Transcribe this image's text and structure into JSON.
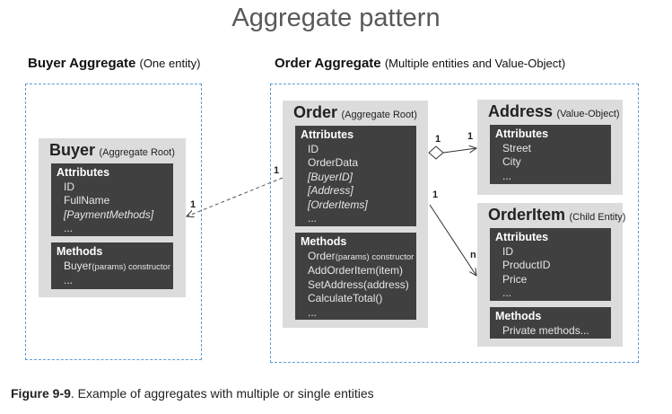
{
  "title": "Aggregate pattern",
  "buyer_aggregate": {
    "label": "Buyer Aggregate",
    "sub": "(One entity)"
  },
  "order_aggregate": {
    "label": "Order Aggregate",
    "sub": "(Multiple entities and Value-Object)"
  },
  "entities": {
    "buyer": {
      "name": "Buyer",
      "role": "(Aggregate Root)",
      "attributes_label": "Attributes",
      "attributes": [
        "ID",
        "FullName",
        "[PaymentMethods]",
        "..."
      ],
      "methods_label": "Methods",
      "methods": [
        {
          "name": "Buyer",
          "params": "(params)",
          "note": " constructor"
        },
        {
          "name": "..."
        }
      ]
    },
    "order": {
      "name": "Order",
      "role": "(Aggregate Root)",
      "attributes_label": "Attributes",
      "attributes": [
        "ID",
        "OrderData",
        "[BuyerID]",
        "[Address]",
        "[OrderItems]",
        "..."
      ],
      "methods_label": "Methods",
      "methods": [
        {
          "name": "Order",
          "params": "(params)",
          "note": " constructor"
        },
        {
          "name": "AddOrderItem(item)"
        },
        {
          "name": "SetAddress(address)"
        },
        {
          "name": "CalculateTotal()"
        },
        {
          "name": "..."
        }
      ]
    },
    "address": {
      "name": "Address",
      "role": "(Value-Object)",
      "attributes_label": "Attributes",
      "attributes": [
        "Street",
        "City",
        "..."
      ]
    },
    "orderitem": {
      "name": "OrderItem",
      "role": "(Child Entity)",
      "attributes_label": "Attributes",
      "attributes": [
        "ID",
        "ProductID",
        "Price",
        "..."
      ],
      "methods_label": "Methods",
      "methods": [
        {
          "name": "Private methods..."
        }
      ]
    }
  },
  "multiplicities": {
    "order_buyer_from": "1",
    "order_buyer_to": "1",
    "order_address_from": "1",
    "order_address_to": "1",
    "order_item_from": "1",
    "order_item_to": "n"
  },
  "caption": {
    "label": "Figure 9-9",
    "text": ". Example of aggregates with multiple or single entities"
  }
}
